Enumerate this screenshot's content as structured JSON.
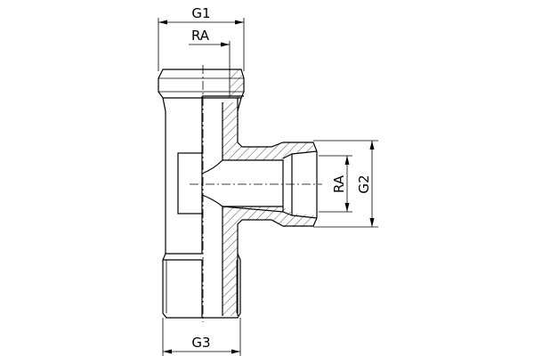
{
  "drawing": {
    "labels": {
      "g1": "G1",
      "ra_top": "RA",
      "ra_right": "RA",
      "g2": "G2",
      "g3": "G3"
    },
    "line_color": "#000000",
    "background": "#ffffff"
  }
}
